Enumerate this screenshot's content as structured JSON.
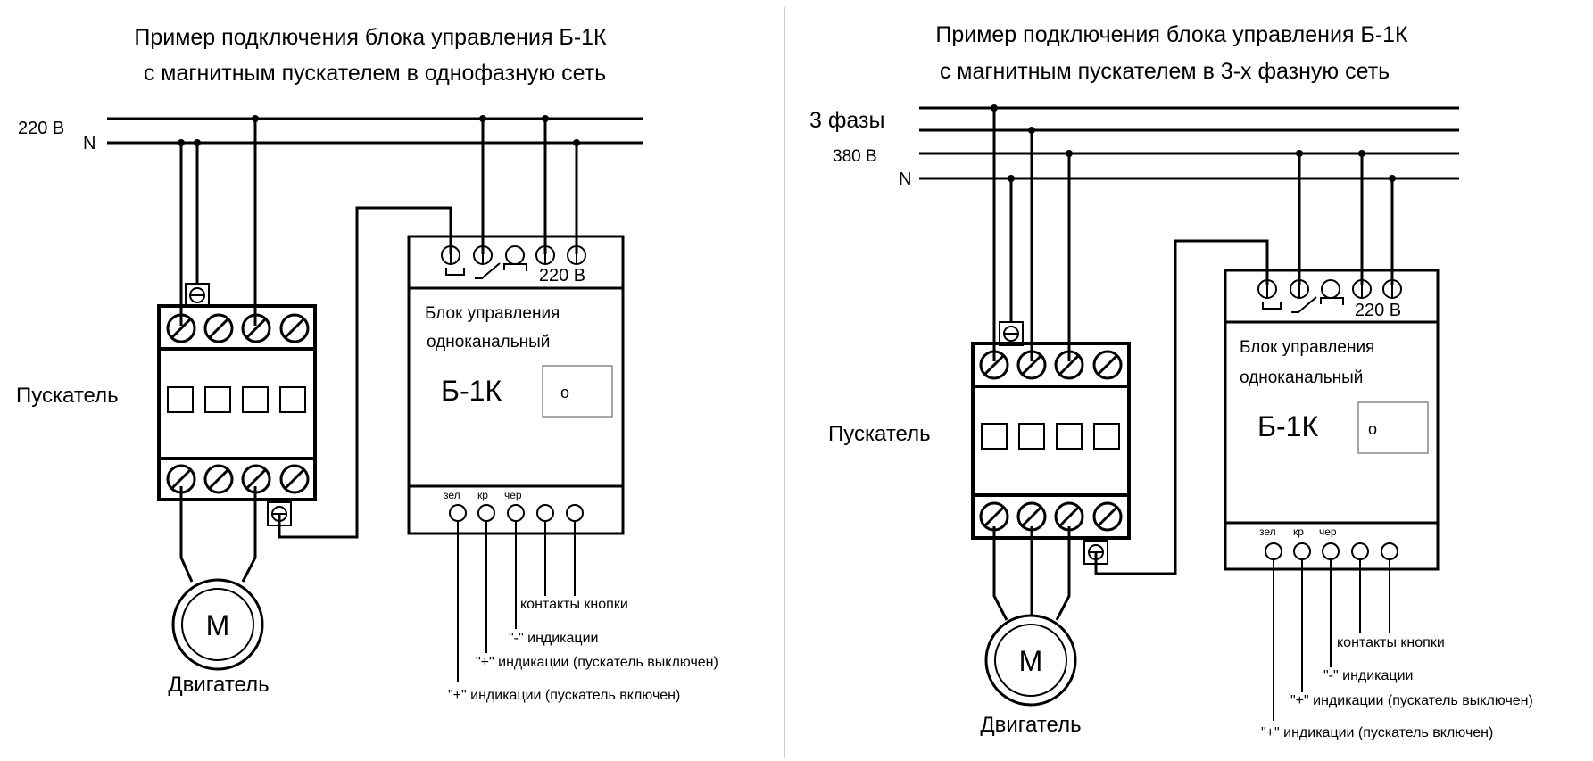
{
  "left": {
    "title_line1": "Пример подключения блока управления Б-1К",
    "title_line2": "с магнитным пускателем в однофазную сеть",
    "label_220v": "220 В",
    "label_n": "N",
    "starter_label": "Пускатель",
    "motor_symbol": "M",
    "motor_label": "Двигатель",
    "unit_terminal_label": "220 В",
    "unit_line1": "Блок управления",
    "unit_line2": "одноканальный",
    "unit_model": "Б-1К",
    "unit_display": "о",
    "pin_green": "зел",
    "pin_red": "кр",
    "pin_black": "чер",
    "note_button": "контакты кнопки",
    "note_minus": "\"-\" индикации",
    "note_plus_off": "\"+\" индикации (пускатель выключен)",
    "note_plus_on": "\"+\" индикации (пускатель включен)"
  },
  "right": {
    "title_line1": "Пример подключения блока управления Б-1К",
    "title_line2": "с магнитным пускателем в 3-х фазную сеть",
    "label_3phase": "3 фазы",
    "label_380v": "380 В",
    "label_n": "N",
    "starter_label": "Пускатель",
    "motor_symbol": "M",
    "motor_label": "Двигатель",
    "unit_terminal_label": "220 В",
    "unit_line1": "Блок управления",
    "unit_line2": "одноканальный",
    "unit_model": "Б-1К",
    "unit_display": "о",
    "pin_green": "зел",
    "pin_red": "кр",
    "pin_black": "чер",
    "note_button": "контакты кнопки",
    "note_minus": "\"-\" индикации",
    "note_plus_off": "\"+\" индикации (пускатель выключен)",
    "note_plus_on": "\"+\" индикации (пускатель включен)"
  },
  "colors": {
    "line": "#000000",
    "divider": "#c8d0dc",
    "background": "#ffffff"
  }
}
